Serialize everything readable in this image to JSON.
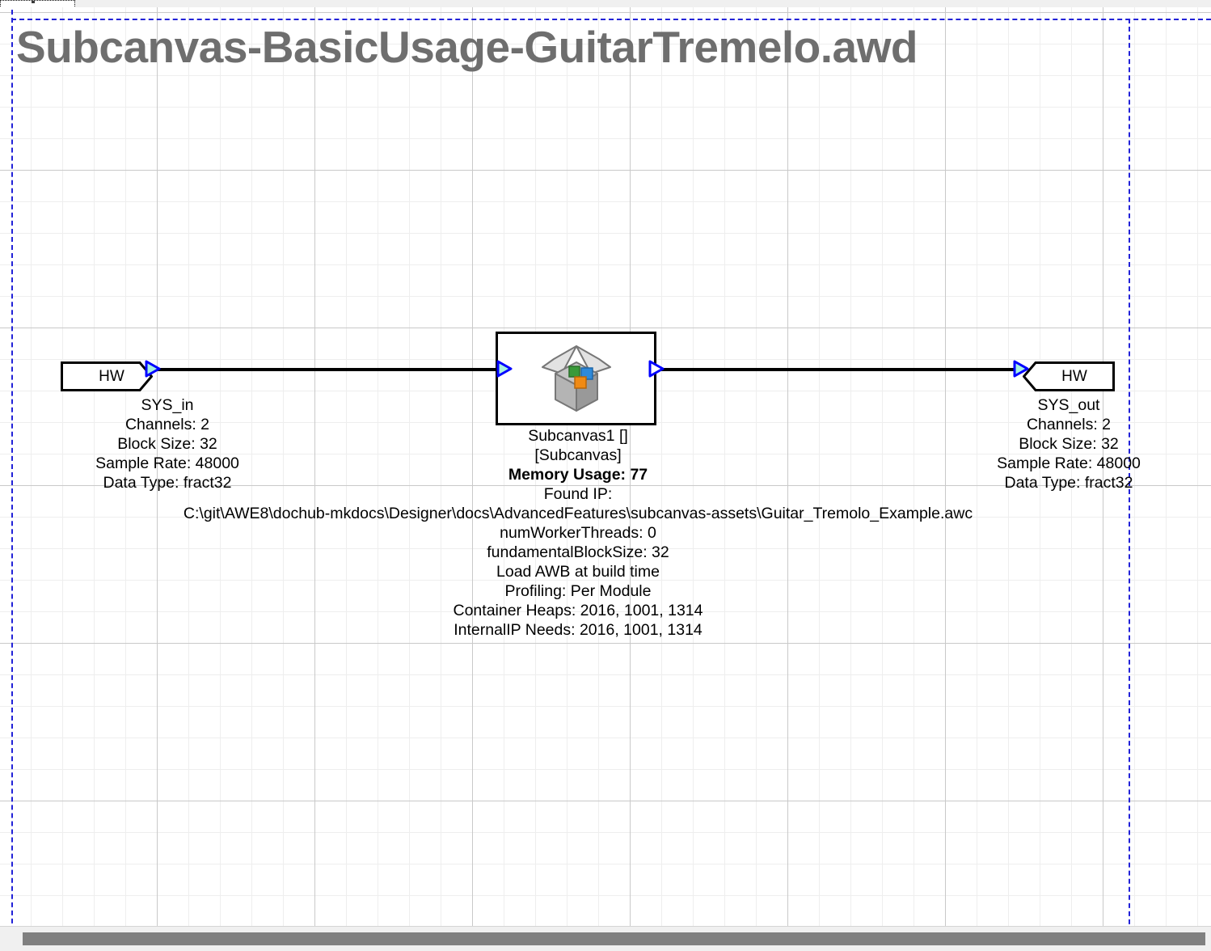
{
  "window": {
    "tab_stub": "",
    "title": "Subcanvas-BasicUsage-GuitarTremelo.awd"
  },
  "colors": {
    "title_gray": "#6e6e6e",
    "guide_blue": "#2222d8",
    "port_outline": "#0000ff",
    "port_fill": "#a8f2e0",
    "wire_black": "#000000",
    "icon_green": "#3a9a3a",
    "icon_blue": "#2e8ada",
    "icon_orange": "#f08a14",
    "icon_box_light": "#e2e2e2",
    "icon_box_mid": "#a8a8a8",
    "icon_box_dark": "#9a9a9a"
  },
  "blocks": {
    "sys_in": {
      "port_label": "HW",
      "name": "SYS_in",
      "info": [
        "Channels: 2",
        "Block Size: 32",
        "Sample Rate: 48000",
        "Data Type: fract32"
      ]
    },
    "sys_out": {
      "port_label": "HW",
      "name": "SYS_out",
      "info": [
        "Channels: 2",
        "Block Size: 32",
        "Sample Rate: 48000",
        "Data Type: fract32"
      ]
    },
    "subcanvas": {
      "icon": "open-box-icon",
      "name": "Subcanvas1 []",
      "type": "[Subcanvas]",
      "memory_usage": "Memory Usage: 77",
      "found_ip_label": "Found IP:",
      "found_ip_path": "C:\\git\\AWE8\\dochub-mkdocs\\Designer\\docs\\AdvancedFeatures\\subcanvas-assets\\Guitar_Tremolo_Example.awc",
      "properties": [
        "numWorkerThreads: 0",
        "fundamentalBlockSize: 32",
        "Load AWB at build time",
        "Profiling: Per Module",
        "Container Heaps: 2016, 1001, 1314",
        "InternalIP Needs: 2016, 1001, 1314"
      ]
    }
  }
}
